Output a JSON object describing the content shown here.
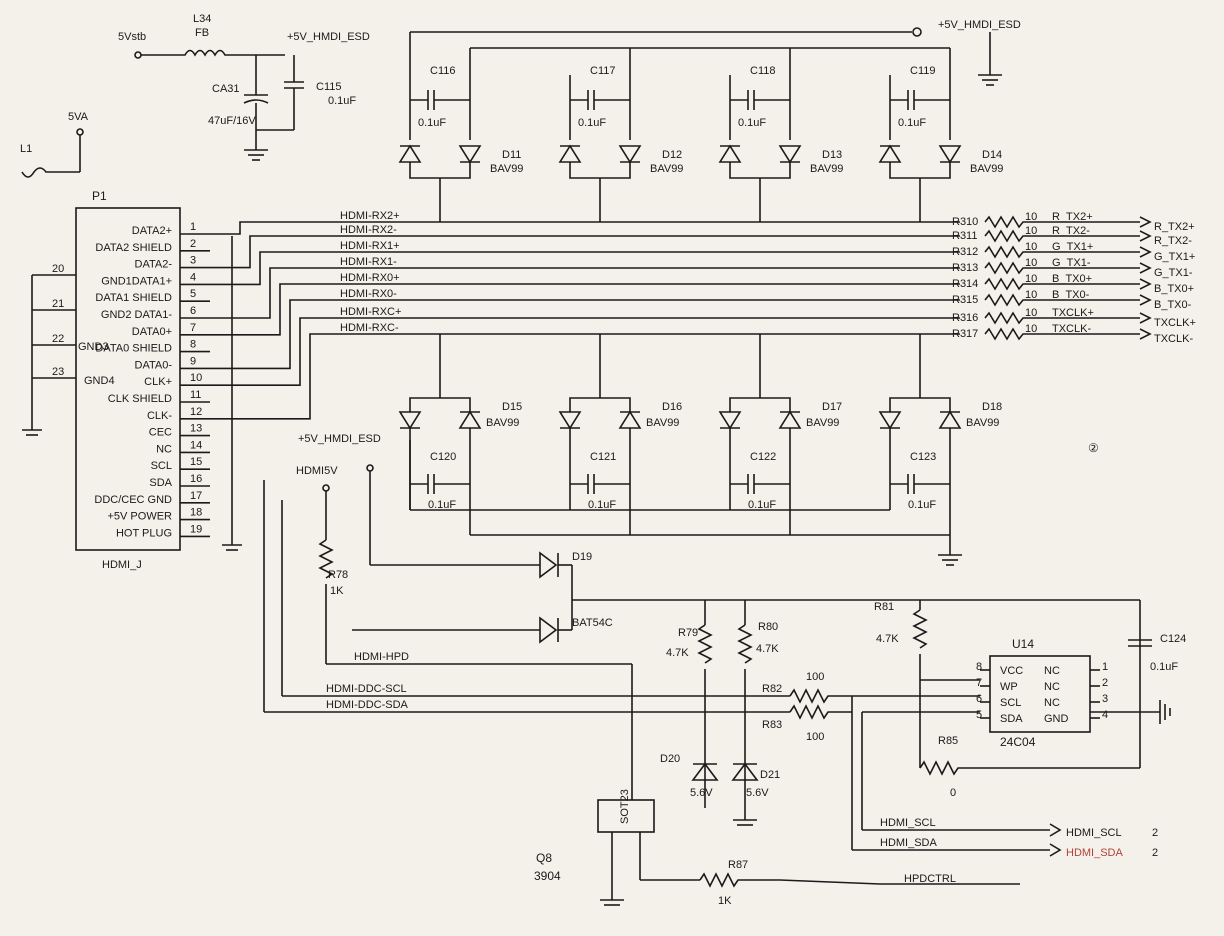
{
  "power": {
    "vstb": "5Vstb",
    "va": "5VA",
    "hdmi_esd": "+5V_HMDI_ESD",
    "hdmi_5v": "HDMI5V"
  },
  "inductors": {
    "l34": "L34",
    "l34_val": "FB",
    "l1": "L1"
  },
  "caps_top": {
    "ca31": "CA31",
    "ca31_val": "47uF/16V",
    "c115": "C115",
    "c115_val": "0.1uF",
    "c116": "C116",
    "c117": "C117",
    "c118": "C118",
    "c119": "C119",
    "val": "0.1uF"
  },
  "diodes_top": [
    {
      "ref": "D11",
      "part": "BAV99"
    },
    {
      "ref": "D12",
      "part": "BAV99"
    },
    {
      "ref": "D13",
      "part": "BAV99"
    },
    {
      "ref": "D14",
      "part": "BAV99"
    }
  ],
  "diodes_bottom": [
    {
      "ref": "D15",
      "part": "BAV99"
    },
    {
      "ref": "D16",
      "part": "BAV99"
    },
    {
      "ref": "D17",
      "part": "BAV99"
    },
    {
      "ref": "D18",
      "part": "BAV99"
    }
  ],
  "caps_bottom": {
    "c120": "C120",
    "c121": "C121",
    "c122": "C122",
    "c123": "C123",
    "val": "0.1uF"
  },
  "connector": {
    "ref": "P1",
    "part": "HDMI_J",
    "pins": [
      "DATA2+",
      "DATA2 SHIELD",
      "DATA2-",
      "GND1DATA1+",
      "DATA1 SHIELD",
      "GND2 DATA1-",
      "DATA0+",
      "DATA0 SHIELD",
      "DATA0-",
      "CLK+",
      "CLK SHIELD",
      "CLK-",
      "CEC",
      "NC",
      "SCL",
      "SDA",
      "DDC/CEC GND",
      "+5V POWER",
      "HOT PLUG"
    ],
    "gnd_pins": [
      "20",
      "21",
      "22",
      "23"
    ],
    "gnd_labels": [
      "GND3",
      "GND4"
    ]
  },
  "nets": [
    "HDMI-RX2+",
    "HDMI-RX2-",
    "HDMI-RX1+",
    "HDMI-RX1-",
    "HDMI-RX0+",
    "HDMI-RX0-",
    "HDMI-RXC+",
    "HDMI-RXC-"
  ],
  "series_res": [
    {
      "ref": "R310",
      "val": "10",
      "net": "R_TX2+",
      "out": "R_TX2+"
    },
    {
      "ref": "R311",
      "val": "10",
      "net": "R_TX2-",
      "out": "R_TX2-"
    },
    {
      "ref": "R312",
      "val": "10",
      "net": "G_TX1+",
      "out": "G_TX1+"
    },
    {
      "ref": "R313",
      "val": "10",
      "net": "G_TX1-",
      "out": "G_TX1-"
    },
    {
      "ref": "R314",
      "val": "10",
      "net": "B_TX0+",
      "out": "B_TX0+"
    },
    {
      "ref": "R315",
      "val": "10",
      "net": "B_TX0-",
      "out": "B_TX0-"
    },
    {
      "ref": "R316",
      "val": "10",
      "net": "TXCLK+",
      "out": "TXCLK+"
    },
    {
      "ref": "R317",
      "val": "10",
      "net": "TXCLK-",
      "out": "TXCLK-"
    }
  ],
  "circle_mark": "②",
  "ddc": {
    "d19": "D19",
    "bat": "BAT54C",
    "r78": "R78",
    "r78_val": "1K",
    "r79": "R79",
    "r79_val": "4.7K",
    "r80": "R80",
    "r80_val": "4.7K",
    "r81": "R81",
    "r81_val": "4.7K",
    "r82": "R82",
    "r82_val": "100",
    "r83": "R83",
    "r83_val": "100",
    "r85": "R85",
    "r85_val": "0",
    "d20": "D20",
    "d20_val": "5.6V",
    "d21": "D21",
    "d21_val": "5.6V",
    "q": "Q8",
    "q_part": "3904",
    "q_label": "SOT23",
    "r87": "R87",
    "r87_val": "1K",
    "hpd": "HDMI-HPD",
    "ddc_scl": "HDMI-DDC-SCL",
    "ddc_sda": "HDMI-DDC-SDA",
    "scl_out": "HDMI_SCL",
    "sda_out": "HDMI_SDA",
    "hpdctrl": "HPDCTRL",
    "scl_net": "HDMI_SCL",
    "sda_net": "HDMI_SDA",
    "pin2a": "2",
    "pin2b": "2"
  },
  "eeprom": {
    "ref": "U14",
    "part": "24C04",
    "c124": "C124",
    "c124_val": "0.1uF",
    "left": [
      "VCC",
      "WP",
      "SCL",
      "SDA"
    ],
    "left_pins": [
      "8",
      "7",
      "6",
      "5"
    ],
    "right": [
      "NC",
      "NC",
      "NC",
      "GND"
    ],
    "right_pins": [
      "1",
      "2",
      "3",
      "4"
    ]
  }
}
